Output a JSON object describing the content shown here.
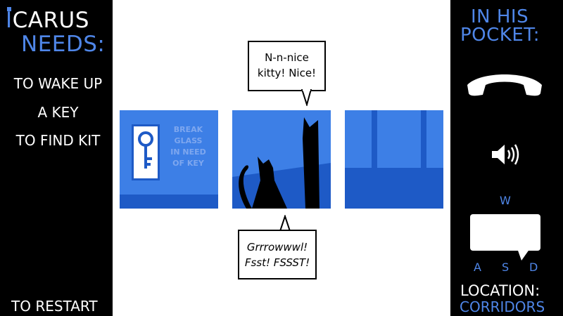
{
  "left_panel": {
    "title_line1_initial": "I",
    "title_line1_rest": "CARUS",
    "title_line2": "NEEDS:",
    "needs": [
      "TO WAKE UP",
      "A KEY",
      "TO FIND KIT"
    ],
    "restart": "TO RESTART"
  },
  "comic": {
    "panel1_sign": [
      "BREAK",
      "GLASS",
      "IN NEED",
      "OF KEY"
    ],
    "bubble_top": [
      "N-n-nice",
      "kitty! Nice!"
    ],
    "bubble_bottom": [
      "Grrrowwwl!",
      "Fsst! FSSST!"
    ]
  },
  "right_panel": {
    "title_line1": "IN HIS",
    "title_line2": "POCKET:",
    "keys": {
      "w": "W",
      "a": "A",
      "s": "S",
      "d": "D"
    },
    "location_label": "LOCATION:",
    "location_value": "CORRIDORS"
  },
  "icons": [
    "phone-icon",
    "speaker-icon",
    "speech-bubble-icon",
    "key-icon",
    "cat-icon"
  ],
  "colors": {
    "accent_blue": "#4f86e8",
    "panel_blue": "#3d7fe6",
    "panel_dark": "#1e5ac6",
    "background": "#000000"
  }
}
